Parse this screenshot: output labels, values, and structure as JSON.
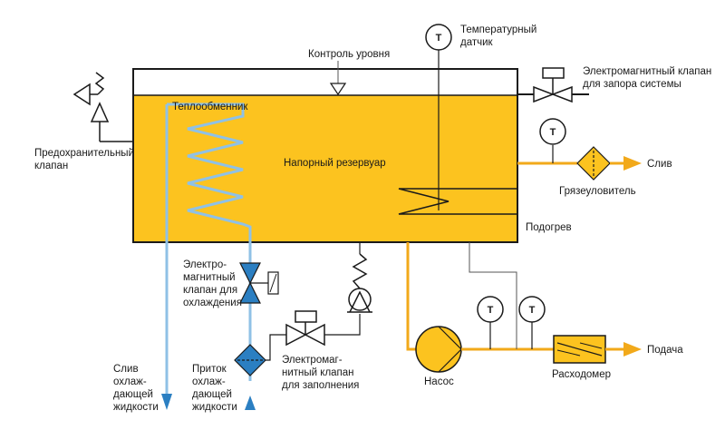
{
  "labels": {
    "level_control": "Контроль уровня",
    "temp_sensor": [
      "Температурный",
      "датчик"
    ],
    "solenoid_shutoff": [
      "Электромагнитный клапан",
      "для запора системы"
    ],
    "safety_valve": [
      "Предохранительный",
      "клапан"
    ],
    "heat_exchanger": "Теплообменник",
    "pressure_tank": "Напорный резервуар",
    "drain": "Слив",
    "strainer": "Грязеуловитель",
    "heating": "Подогрев",
    "cooling_valve": [
      "Электро-",
      "магнитный",
      "клапан для",
      "охлаждения"
    ],
    "fill_valve": [
      "Электромаг-",
      "нитный клапан",
      "для заполнения"
    ],
    "coolant_drain": [
      "Слив",
      "охлаж-",
      "дающей",
      "жидкости"
    ],
    "coolant_inlet": [
      "Приток",
      "охлаж-",
      "дающей",
      "жидкости"
    ],
    "pump": "Насос",
    "flowmeter": "Расходомер",
    "supply": "Подача",
    "gauge_letter": "Т"
  },
  "colors": {
    "tank_fill": "#fcc31f",
    "tank_stroke": "#1a1a1a",
    "pipe_orange": "#f2a91a",
    "pipe_blue": "#8fc1e6",
    "valve_blue": "#2b7fc2",
    "line_gray": "#555555"
  },
  "icons": [
    "thermometer-icon",
    "solenoid-valve-icon",
    "safety-valve-icon",
    "strainer-icon",
    "pump-icon",
    "flowmeter-icon",
    "check-valve-icon",
    "level-marker-icon"
  ]
}
